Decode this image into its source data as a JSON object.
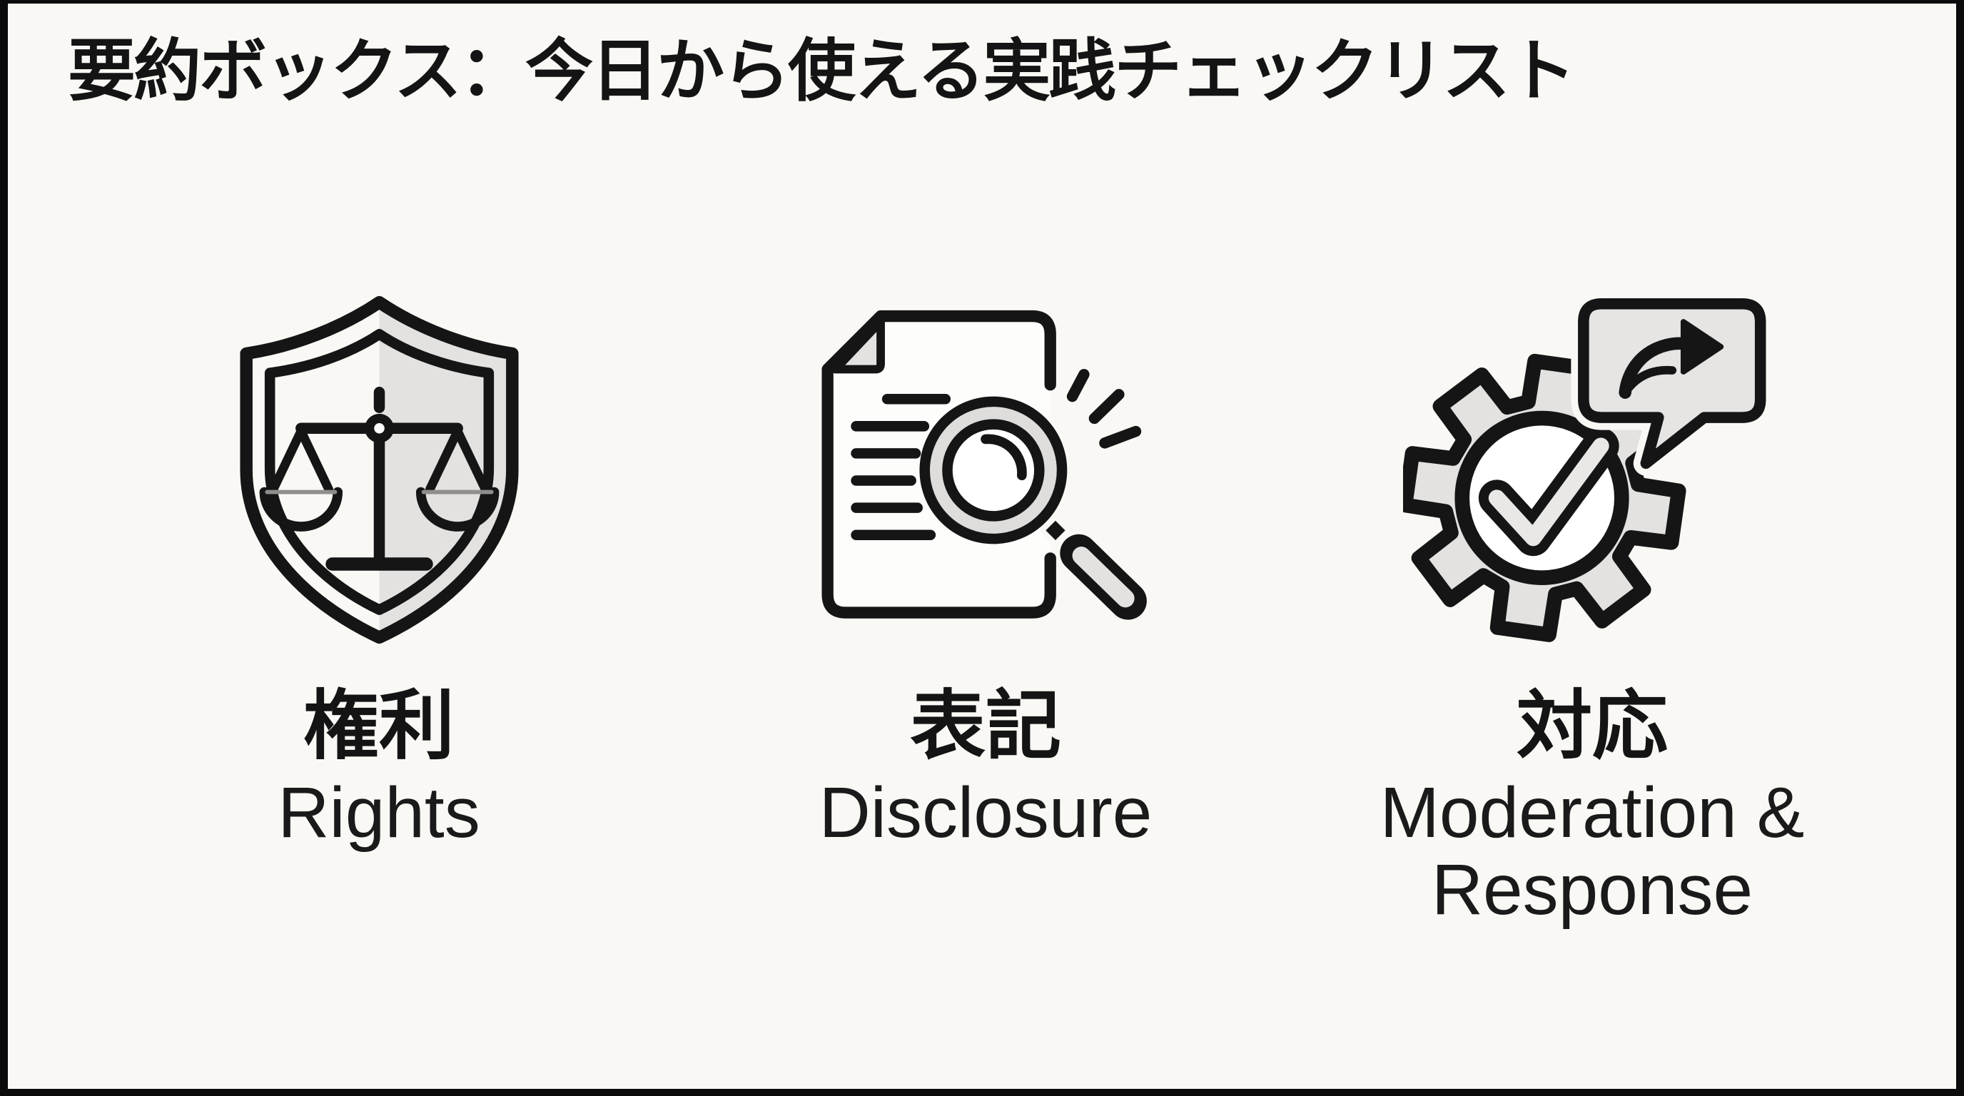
{
  "page": {
    "title": "要約ボックス：今日から使える実践チェックリスト"
  },
  "colors": {
    "background": "#f9f8f5",
    "frame_border": "#0b0b0b",
    "line_ink": "#151515",
    "fill_gray": "#e3e2e0",
    "soft_gray": "#dedddb",
    "text": "#141414"
  },
  "columns": [
    {
      "jp": "権利",
      "en": "Rights",
      "icon": "shield-scales-icon"
    },
    {
      "jp": "表記",
      "en": "Disclosure",
      "icon": "document-magnifier-icon"
    },
    {
      "jp": "対応",
      "en": "Moderation & Response",
      "icon": "gear-check-speech-icon"
    }
  ]
}
